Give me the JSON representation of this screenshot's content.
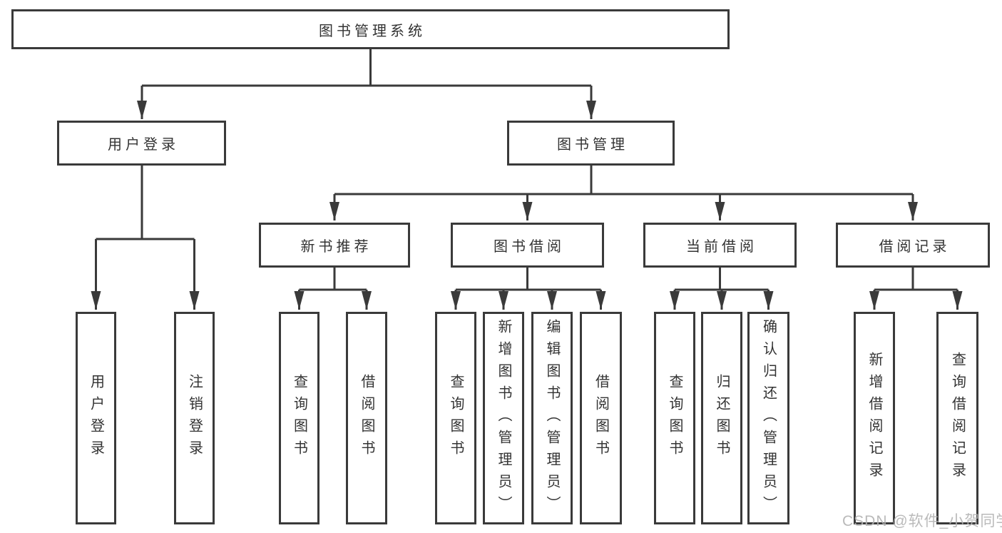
{
  "tree": {
    "root": {
      "label": "图书管理系统"
    },
    "branches": [
      {
        "label": "用户登录",
        "children": [
          {
            "label": "用户登录"
          },
          {
            "label": "注销登录"
          }
        ]
      },
      {
        "label": "图书管理",
        "groups": [
          {
            "label": "新书推荐",
            "children": [
              {
                "label": "查询图书"
              },
              {
                "label": "借阅图书"
              }
            ]
          },
          {
            "label": "图书借阅",
            "children": [
              {
                "label": "查询图书"
              },
              {
                "label": "新增图书（管理员）"
              },
              {
                "label": "编辑图书（管理员）"
              },
              {
                "label": "借阅图书"
              }
            ]
          },
          {
            "label": "当前借阅",
            "children": [
              {
                "label": "查询图书"
              },
              {
                "label": "归还图书"
              },
              {
                "label": "确认归还（管理员）"
              }
            ]
          },
          {
            "label": "借阅记录",
            "children": [
              {
                "label": "新增借阅记录"
              },
              {
                "label": "查询借阅记录"
              }
            ]
          }
        ]
      }
    ]
  },
  "watermark": {
    "text": "CSDN @软件_小贺同学"
  },
  "colors": {
    "line": "#3a3a3a",
    "text": "#333333",
    "watermark": "#b3b3b3",
    "background": "#ffffff"
  }
}
